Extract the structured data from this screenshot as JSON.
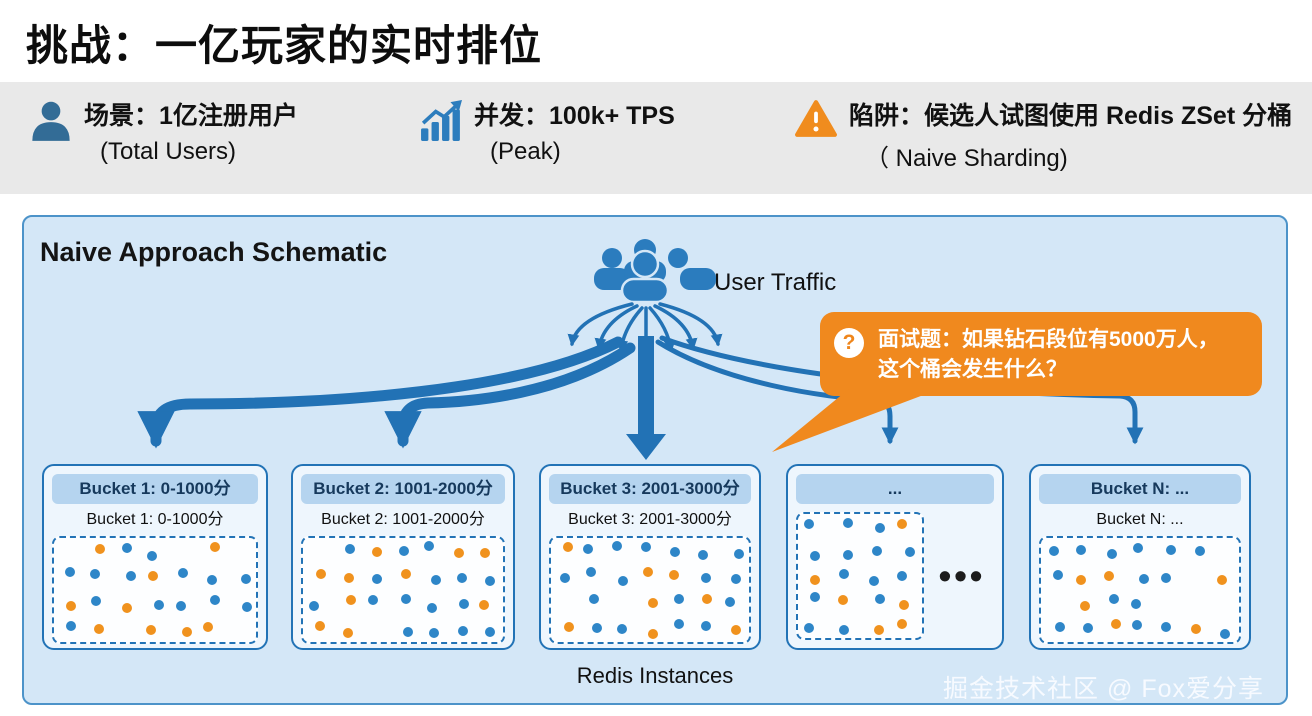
{
  "page": {
    "title": "挑战：一亿玩家的实时排位",
    "watermark": "掘金技术社区 @ Fox爱分享"
  },
  "stats": {
    "users": {
      "icon": "user-icon",
      "label": "场景：1亿注册用户",
      "sub": "(Total Users)"
    },
    "tps": {
      "icon": "chart-icon",
      "label": "并发：100k+ TPS",
      "sub": "(Peak)"
    },
    "trap": {
      "icon": "warning-icon",
      "label": "陷阱：候选人试图使用 Redis ZSet 分桶",
      "sub": "（ Naive Sharding)"
    }
  },
  "diagram": {
    "title": "Naive Approach Schematic",
    "traffic_label": "User Traffic",
    "callout": {
      "icon": "question-icon",
      "q": "?",
      "line1": "面试题：如果钻石段位有5000万人，",
      "line2": "这个桶会发生什么？"
    },
    "buckets": [
      {
        "header": "Bucket 1: 0-1000分",
        "label": "Bucket 1: 0-1000分"
      },
      {
        "header": "Bucket 2: 1001-2000分",
        "label": "Bucket 2: 1001-2000分"
      },
      {
        "header": "Bucket 3: 2001-3000分",
        "label": "Bucket 3: 2001-3000分"
      },
      {
        "header": "..."
      },
      {
        "header": "Bucket N: ...",
        "label": "Bucket N: ..."
      }
    ],
    "ellipsis": "•••",
    "footer": "Redis Instances",
    "colors": {
      "dot_blue": "#2e86c8",
      "dot_orange": "#f0921e",
      "arrow": "#2272b5",
      "callout_bg": "#f0891e",
      "panel_bg": "#d4e7f7"
    }
  }
}
